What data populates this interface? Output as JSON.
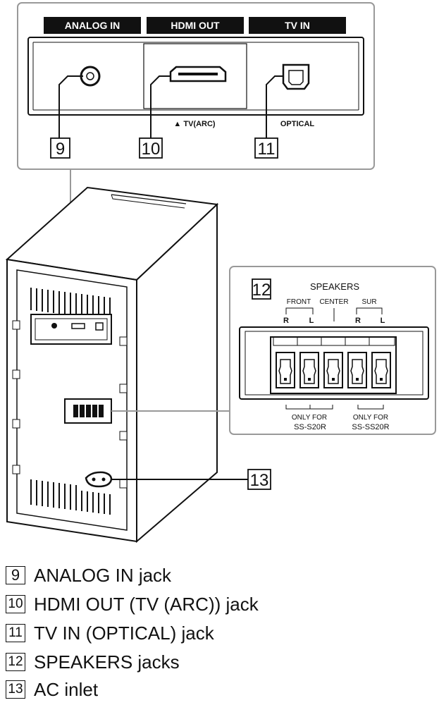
{
  "top_panel": {
    "headers": [
      "ANALOG IN",
      "HDMI OUT",
      "TV IN"
    ],
    "sub_label_hdmi": "▲ TV(ARC)",
    "sub_label_optical": "OPTICAL",
    "numbers": [
      "9",
      "10",
      "11"
    ]
  },
  "speaker_panel": {
    "number": "12",
    "title": "SPEAKERS",
    "group_front": "FRONT",
    "group_center": "CENTER",
    "group_sur": "SUR",
    "channels": [
      "R",
      "L",
      "R",
      "L"
    ],
    "only_for_1": "ONLY FOR",
    "model_1": "SS-S20R",
    "only_for_2": "ONLY FOR",
    "model_2": "SS-SS20R"
  },
  "ac_callout": {
    "number": "13"
  },
  "legend": [
    {
      "num": "9",
      "text": "ANALOG IN jack"
    },
    {
      "num": "10",
      "text": "HDMI OUT (TV (ARC)) jack"
    },
    {
      "num": "11",
      "text": "TV IN (OPTICAL) jack"
    },
    {
      "num": "12",
      "text": "SPEAKERS jacks"
    },
    {
      "num": "13",
      "text": "AC inlet"
    }
  ]
}
